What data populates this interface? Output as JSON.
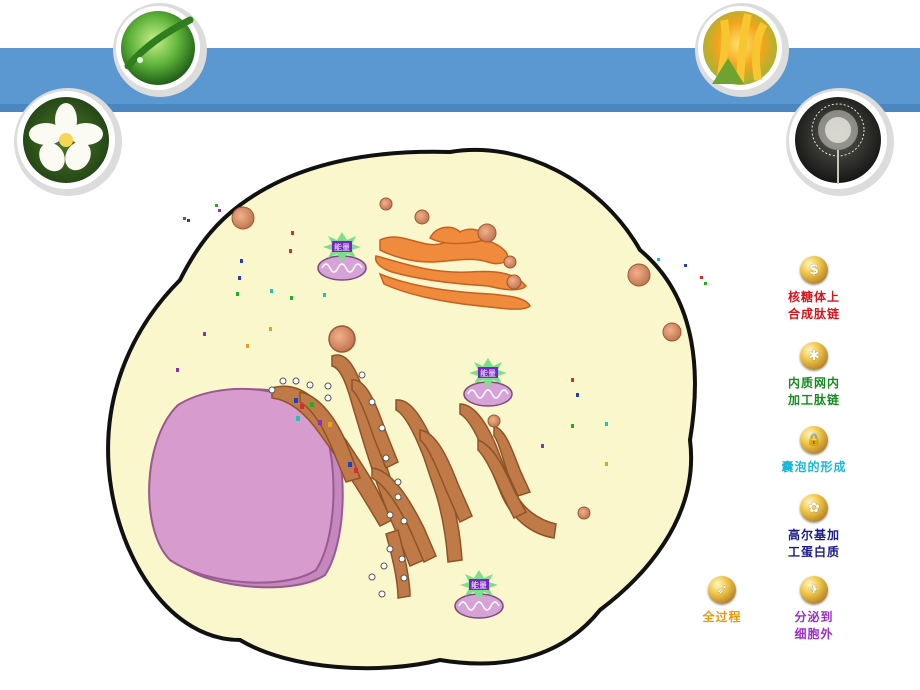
{
  "badges": {
    "energy": "能量"
  },
  "nav": [
    {
      "id": "ribosome",
      "line1": "核糖体上",
      "line2": "合成肽链",
      "color": "#d8141c",
      "icon": "dollar-coin-icon",
      "glyph": "$"
    },
    {
      "id": "er",
      "line1": "内质网内",
      "line2": "加工肽链",
      "color": "#158a1e",
      "icon": "bug-coin-icon",
      "glyph": "✱"
    },
    {
      "id": "vesicle",
      "line1": "囊泡的形成",
      "line2": "",
      "color": "#1ab8d8",
      "icon": "lock-coin-icon",
      "glyph": "🔒"
    },
    {
      "id": "golgi",
      "line1": "高尔基加",
      "line2": "工蛋白质",
      "color": "#1a1a8c",
      "icon": "flower-coin-icon",
      "glyph": "✿"
    },
    {
      "id": "all",
      "line1": "全过程",
      "line2": "",
      "color": "#e89a10",
      "icon": "runner-coin-icon",
      "glyph": "➶"
    },
    {
      "id": "secrete",
      "line1": "分泌到",
      "line2": "细胞外",
      "color": "#9a2ec8",
      "icon": "plane-coin-icon",
      "glyph": "✈"
    }
  ],
  "colors": {
    "banner": "#5b97d0",
    "cytoplasm": "#fbf7cc",
    "nucleus": "#d79ccd",
    "er": "#c07a47",
    "golgi": "#f08a3c"
  }
}
